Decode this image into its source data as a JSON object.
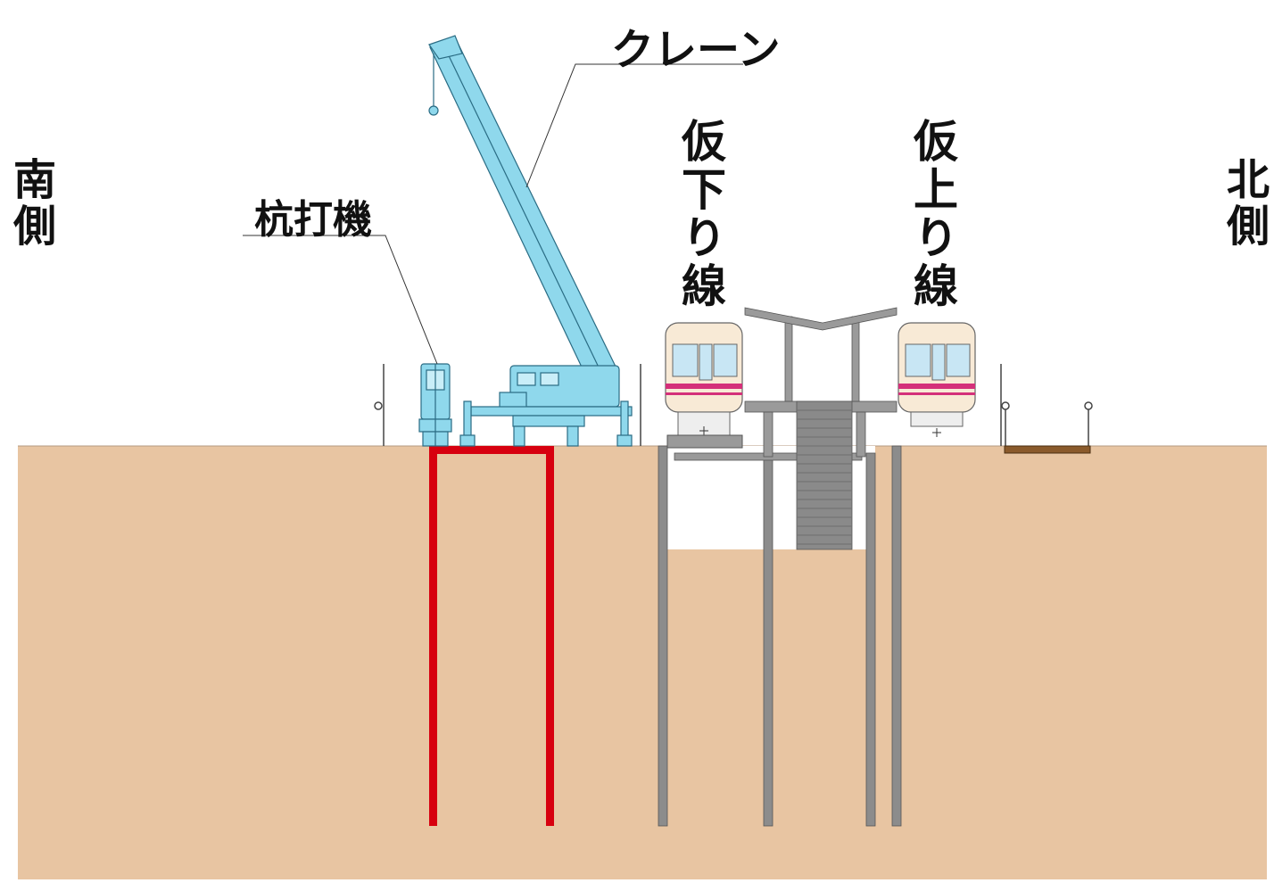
{
  "labels": {
    "south_side": "南側",
    "north_side": "北側",
    "pile_driver": "杭打機",
    "crane": "クレーン",
    "temp_down_line": "仮下り線",
    "temp_up_line": "仮上り線"
  },
  "colors": {
    "ground": "#e8c5a2",
    "crane": "#8fd8ec",
    "crane_outline": "#2a6c84",
    "steel_pile": "#d7000f",
    "temporary_pile": "#8c8c8c",
    "platform": "#9a9a9a",
    "train_body": "#f8ead6",
    "train_stripe": "#d4307a",
    "plank": "#8a5a2b"
  }
}
